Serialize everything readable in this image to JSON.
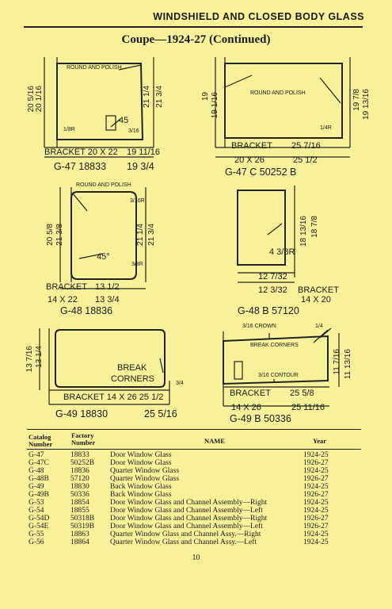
{
  "header": {
    "title": "WINDSHIELD AND CLOSED BODY GLASS",
    "subtitle": "Coupe—1924-27 (Continued)"
  },
  "diagrams": {
    "g47": {
      "dim_outer": "20 5/16",
      "dim_inner": "20 1/16",
      "dim_right_a": "21 1/4",
      "dim_right_b": "21 3/4",
      "note": "ROUND AND POLISH",
      "angle": "45",
      "small_r": "1/8R",
      "small_frac": "3/16",
      "bracket": "BRACKET 20 X 22",
      "bracket_dim": "19 11/16",
      "size": "19 3/4",
      "caption": "G-47   18833"
    },
    "g47c": {
      "dim_left_a": "19",
      "dim_left_b": "19 1/16",
      "dim_right_a": "19 7/8",
      "dim_right_b": "19 13/16",
      "note": "ROUND AND POLISH",
      "small_r": "1/4R",
      "bracket": "BRACKET",
      "bracket_dim": "25 7/16",
      "size_a": "20 X 26",
      "size_b": "25 1/2",
      "caption": "G-47 C      50252 B"
    },
    "g48": {
      "dim_outer": "20 5/8",
      "dim_inner": "21 3/8",
      "dim_right_a": "21 1/4",
      "dim_right_b": "21 3/4",
      "note": "ROUND AND POLISH",
      "small_r": "3/16R",
      "angle": "45°",
      "small_r2": "3/8R",
      "bracket": "BRACKET",
      "bracket_dim": "13 1/2",
      "size_a": "14 X 22",
      "size_b": "13 3/4",
      "caption": "G-48  18836"
    },
    "g48b": {
      "dim_right_a": "18 13/16",
      "dim_right_b": "18 7/8",
      "small_r": "4 3/8R",
      "bottom_dim_a": "12 7/32",
      "bottom_dim_b": "12 3/32",
      "bracket": "BRACKET",
      "size": "14 X 20",
      "caption": "G-48  B      57120"
    },
    "g49": {
      "dim_left_a": "13 7/16",
      "dim_left_b": "13 1/4",
      "note_a": "BREAK",
      "note_b": "CORNERS",
      "frac": "3/4",
      "bracket": "BRACKET  14 X 26  25 1/2",
      "size": "25 5/16",
      "caption": "G-49  18830"
    },
    "g49b": {
      "crown": "3/16 CROWN",
      "frac": "1/4",
      "note": "BREAK CORNERS",
      "contour": "3/16 CONTOUR",
      "dim_right_a": "11 7/16",
      "dim_right_b": "11 13/16",
      "bracket": "BRACKET",
      "bracket_dim": "25 5/8",
      "size_a": "14 X 26",
      "size_b": "25 11/16",
      "caption": "G-49  B    50336"
    }
  },
  "table": {
    "headers": {
      "catalog": "Catalog Number",
      "factory": "Factory Number",
      "name": "NAME",
      "year": "Year"
    },
    "rows": [
      {
        "catalog": "G-47",
        "factory": "18833",
        "name": "Door Window Glass",
        "year": "1924-25"
      },
      {
        "catalog": "G-47C",
        "factory": "50252B",
        "name": "Door Window Glass",
        "year": "1926-27"
      },
      {
        "catalog": "G-48",
        "factory": "18836",
        "name": "Quarter Window Glass",
        "year": "1924-25"
      },
      {
        "catalog": "G-48B",
        "factory": "57120",
        "name": "Quarter Window Glass",
        "year": "1926-27"
      },
      {
        "catalog": "G-49",
        "factory": "18830",
        "name": "Back Window Glass",
        "year": "1924-25"
      },
      {
        "catalog": "G-49B",
        "factory": "50336",
        "name": "Back Window Glass",
        "year": "1926-27"
      },
      {
        "catalog": "G-53",
        "factory": "18854",
        "name": "Door Window Glass and Channel Assembly—Right",
        "year": "1924-25"
      },
      {
        "catalog": "G-54",
        "factory": "18855",
        "name": "Door Window Glass and Channel Assembly—Left",
        "year": "1924-25"
      },
      {
        "catalog": "G-54D",
        "factory": "50318B",
        "name": "Door Window Glass and Channel Assembly—Right",
        "year": "1926-27"
      },
      {
        "catalog": "G-54E",
        "factory": "50319B",
        "name": "Door Window Glass and Channel Assembly—Left",
        "year": "1926-27"
      },
      {
        "catalog": "G-55",
        "factory": "18863",
        "name": "Quarter Window Glass and Channel Assy.—Right",
        "year": "1924-25"
      },
      {
        "catalog": "G-56",
        "factory": "18864",
        "name": "Quarter Window Glass and Channel Assy.—Left",
        "year": "1924-25"
      }
    ]
  },
  "page_number": "10"
}
